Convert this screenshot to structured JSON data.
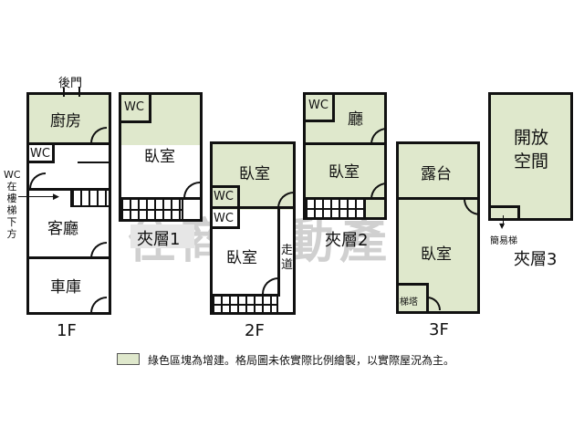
{
  "floors": {
    "f1": {
      "label": "1F",
      "back_door": "後門",
      "kitchen": "廚房",
      "wc": "WC",
      "living": "客廳",
      "garage": "車庫",
      "note": "WC在樓梯下方",
      "note_wc": "WC",
      "note_chars": [
        "在",
        "樓",
        "梯",
        "下",
        "方"
      ]
    },
    "m1": {
      "label": "夾層1",
      "wc": "WC",
      "bedroom": "臥室"
    },
    "f2": {
      "label": "2F",
      "bedroom_top": "臥室",
      "wc1": "WC",
      "wc2": "WC",
      "bedroom": "臥室",
      "corridor": "走道"
    },
    "m2": {
      "label": "夾層2",
      "wc": "WC",
      "hall": "廳",
      "bedroom": "臥室"
    },
    "f3": {
      "label": "3F",
      "terrace": "露台",
      "bedroom": "臥室",
      "stair_tower": "梯塔"
    },
    "m3": {
      "label": "夾層3",
      "open_space_1": "開放",
      "open_space_2": "空間",
      "simple_stair": "簡易梯"
    }
  },
  "legend": {
    "text": "綠色區塊為增建。格局圖未依實際比例繪製，以實際屋況為主。",
    "color": "#dfe8cc"
  },
  "watermark": "住商不動產"
}
